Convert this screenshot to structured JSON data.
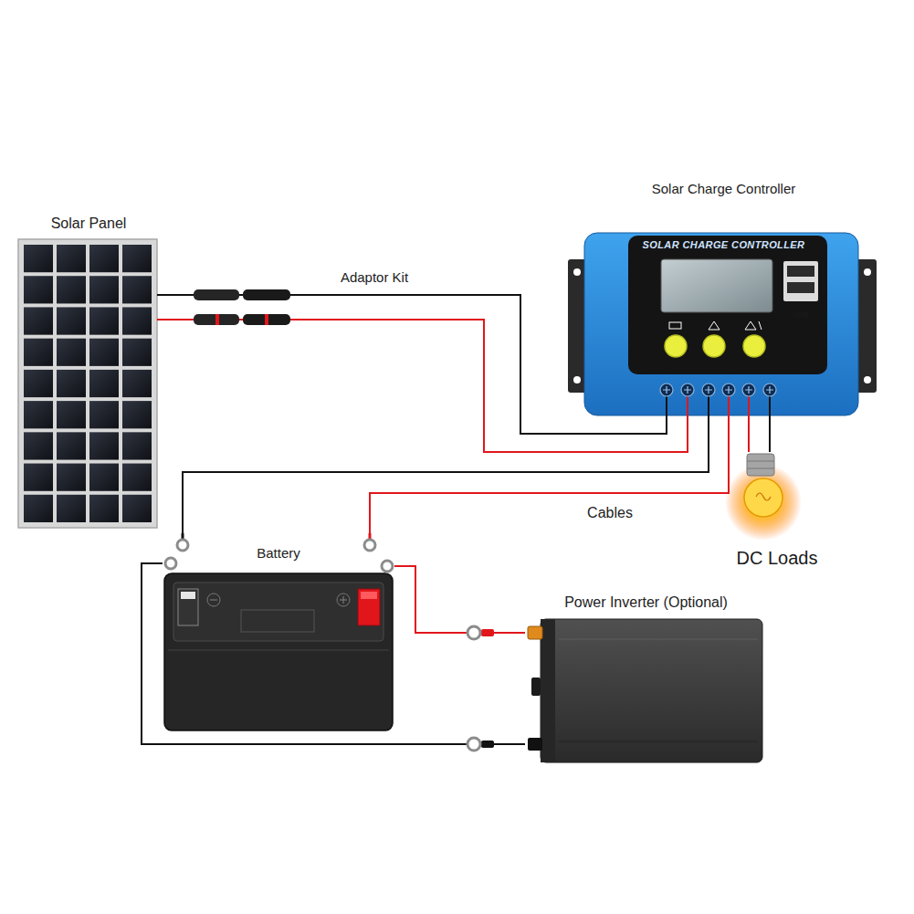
{
  "diagram": {
    "nodes": [
      {
        "text": [
          "Solar Panel"
        ]
      },
      {
        "text": [
          "Solar Charge Controller",
          "SOLAR CHARGE CONTROLLER"
        ]
      },
      {
        "text": [
          "Battery"
        ]
      },
      {
        "text": [
          "DC Loads"
        ]
      },
      {
        "text": [
          "Power Inverter (Optional)"
        ]
      }
    ],
    "edges": [
      {
        "from": 0,
        "to": 1,
        "arrow": "none",
        "label": "Adaptor Kit"
      },
      {
        "from": 0,
        "to": 1,
        "arrow": "none"
      },
      {
        "from": 1,
        "to": 2,
        "arrow": "none"
      },
      {
        "from": 1,
        "to": 2,
        "arrow": "none",
        "label": "Cables"
      },
      {
        "from": 1,
        "to": 3,
        "arrow": "none"
      },
      {
        "from": 1,
        "to": 3,
        "arrow": "none"
      },
      {
        "from": 2,
        "to": 4,
        "arrow": "none"
      },
      {
        "from": 2,
        "to": 4,
        "arrow": "none"
      }
    ],
    "labels": [
      "USB"
    ]
  }
}
